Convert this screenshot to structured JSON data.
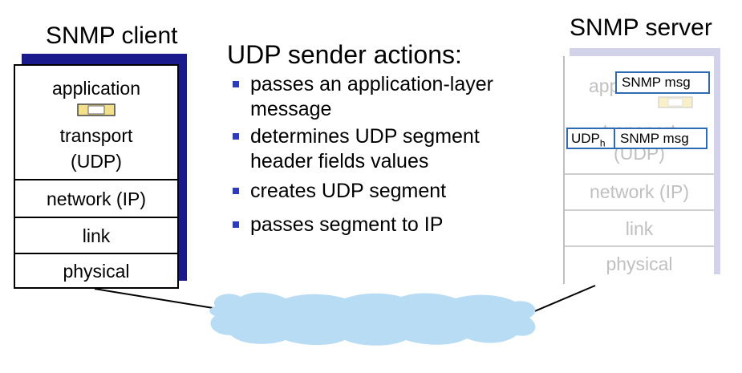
{
  "client": {
    "title": "SNMP client",
    "layers": {
      "application": "application",
      "transport_1": "transport",
      "transport_2": "(UDP)",
      "network": "network (IP)",
      "link": "link",
      "physical": "physical"
    }
  },
  "server": {
    "title": "SNMP server",
    "layers": {
      "application": "app",
      "transport_1": "transport",
      "transport_2": "(UDP)",
      "network": "network (IP)",
      "link": "link",
      "physical": "physical"
    },
    "app_msg": "SNMP msg",
    "udp_header": "UDP",
    "udp_header_sub": "h",
    "transport_msg": "SNMP msg"
  },
  "actions": {
    "heading": "UDP sender actions:",
    "bullets": [
      {
        "line1": "passes an application-layer",
        "line2": "message"
      },
      {
        "line1": "determines UDP segment",
        "line2": "header fields values"
      },
      {
        "line1": "creates UDP segment"
      },
      {
        "line1": "passes segment to IP"
      }
    ]
  },
  "colors": {
    "client_shadow": "#1a1a8c",
    "server_shadow": "#d2d2ea",
    "msg_border": "#2f6ab5",
    "cloud": "#b8dcf3",
    "bullet": "#2e3bbb",
    "packet_fill": "#f2e08a"
  }
}
